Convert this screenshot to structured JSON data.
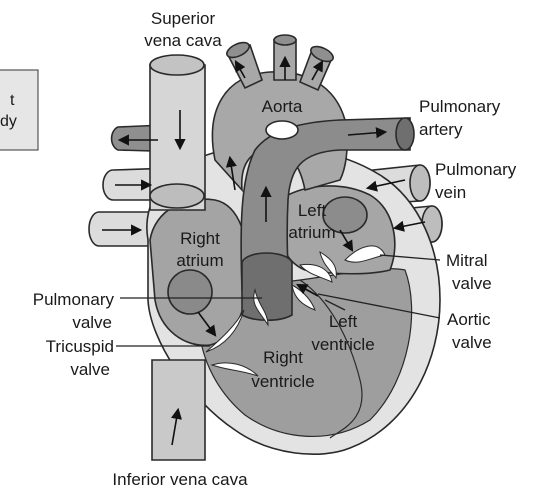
{
  "diagram": {
    "clipped_box": [
      "t",
      "dy"
    ],
    "labels": {
      "superior_vena_cava": [
        "Superior",
        "vena cava"
      ],
      "aorta": "Aorta",
      "pulmonary_artery": [
        "Pulmonary",
        "artery"
      ],
      "pulmonary_vein": [
        "Pulmonary",
        "vein"
      ],
      "right_atrium": [
        "Right",
        "atrium"
      ],
      "left_atrium": [
        "Left",
        "atrium"
      ],
      "mitral_valve": [
        "Mitral",
        "valve"
      ],
      "pulmonary_valve": [
        "Pulmonary",
        "valve"
      ],
      "aortic_valve": [
        "Aortic",
        "valve"
      ],
      "left_ventricle": [
        "Left",
        "ventricle"
      ],
      "tricuspid_valve": [
        "Tricuspid",
        "valve"
      ],
      "right_ventricle": [
        "Right",
        "ventricle"
      ],
      "inferior_vena_cava": "Inferior vena cava"
    }
  }
}
